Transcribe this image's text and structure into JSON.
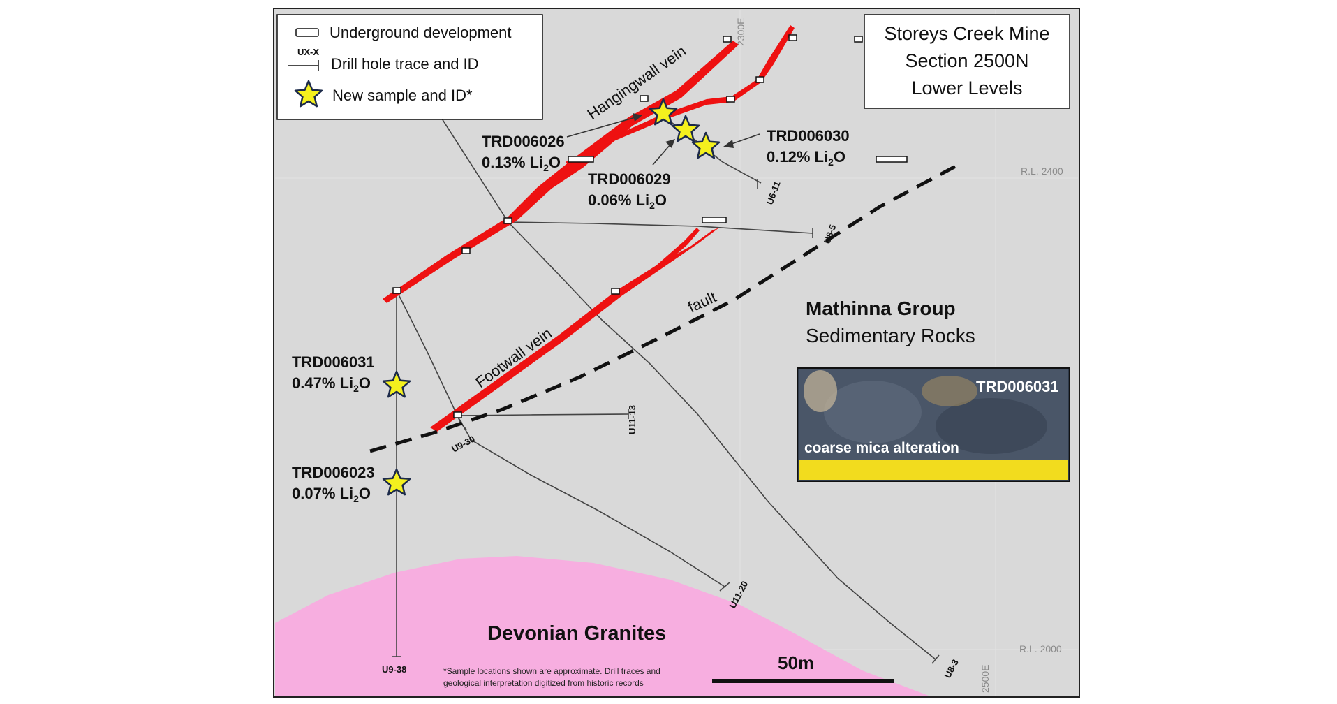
{
  "title": {
    "line1": "Storeys Creek Mine",
    "line2": "Section 2500N",
    "line3": "Lower Levels"
  },
  "legend": {
    "underground": "Underground development",
    "drillhole_symbol_id": "UX-X",
    "drillhole": "Drill hole trace and ID",
    "sample": "New sample and ID*"
  },
  "grid": {
    "e2300": "2300E",
    "e2500": "2500E",
    "rl2400": "R.L. 2400",
    "rl2000": "R.L. 2000"
  },
  "veins": {
    "hangingwall": "Hangingwall vein",
    "footwall": "Footwall vein",
    "fault": "fault"
  },
  "units": {
    "mathinna_1": "Mathinna Group",
    "mathinna_2": "Sedimentary Rocks",
    "granite": "Devonian Granites"
  },
  "samples": [
    {
      "id": "TRD006026",
      "grade": "0.13%",
      "oxide": "Li",
      "sub": "2",
      "tail": "O"
    },
    {
      "id": "TRD006029",
      "grade": "0.06%",
      "oxide": "Li",
      "sub": "2",
      "tail": "O"
    },
    {
      "id": "TRD006030",
      "grade": "0.12%",
      "oxide": "Li",
      "sub": "2",
      "tail": "O"
    },
    {
      "id": "TRD006031",
      "grade": "0.47%",
      "oxide": "Li",
      "sub": "2",
      "tail": "O"
    },
    {
      "id": "TRD006023",
      "grade": "0.07%",
      "oxide": "Li",
      "sub": "2",
      "tail": "O"
    }
  ],
  "drill_holes": [
    "U6-11",
    "U8-5",
    "U11-13",
    "U9-30",
    "U11-20",
    "U9-38",
    "U8-3"
  ],
  "photo": {
    "id": "TRD006031",
    "caption": "coarse mica alteration"
  },
  "scale_bar": "50m",
  "footnote": {
    "line1": "*Sample locations shown are approximate. Drill traces and",
    "line2": "geological interpretation digitized from historic records"
  },
  "colors": {
    "background": "#d9d9d9",
    "vein": "#ee1111",
    "granite": "#f7aee0",
    "star": "#f4f01e"
  },
  "icons": [
    "underground-development-icon",
    "drillhole-icon",
    "star-icon"
  ]
}
